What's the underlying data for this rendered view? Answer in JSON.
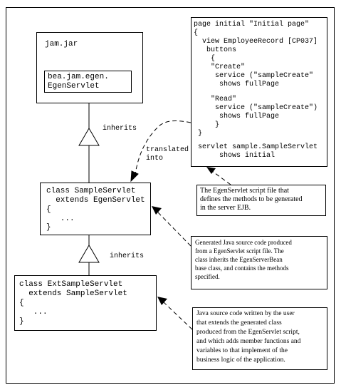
{
  "jam_jar": {
    "title": "jam.jar",
    "inner": [
      "bea.jam.egen.",
      "EgenServlet"
    ]
  },
  "edges": {
    "inherits_top": "inherits",
    "inherits_bottom": "inherits",
    "translated": [
      "translated",
      "into"
    ]
  },
  "sample_servlet": {
    "lines": [
      "class SampleServlet",
      "  extends EgenServlet",
      "{",
      "   ...",
      "}"
    ]
  },
  "ext_servlet": {
    "lines": [
      "class ExtSampleServlet",
      "  extends SampleServlet",
      "{",
      "   ...",
      "}"
    ]
  },
  "script": {
    "lines": [
      "page initial \"Initial page\"",
      "{",
      "  view EmployeeRecord [CP037]",
      "   buttons",
      "    {",
      "    \"Create\"",
      "     service (\"sampleCreate\"",
      "      shows fullPage",
      "",
      "    \"Read\"",
      "     service (\"sampleCreate\")",
      "      shows fullPage",
      "     }",
      " }",
      "",
      " servlet sample.SampleServlet",
      "      shows initial"
    ]
  },
  "notes": {
    "script_note": [
      "The EgenServlet script file that",
      "defines the methods to be generated",
      "in the server EJB."
    ],
    "generated_note": [
      "Generated Java source code produced",
      "from a EgenServlet script file. The",
      "class inherits the EgenServerBean",
      "base class, and contains the methods",
      "specified."
    ],
    "user_note": [
      "Java source code written by the user",
      "that extends the generated class",
      "produced from the EgenServlet script,",
      "and which adds member functions and",
      "variables to that implement of the",
      "business logic of the application."
    ]
  }
}
